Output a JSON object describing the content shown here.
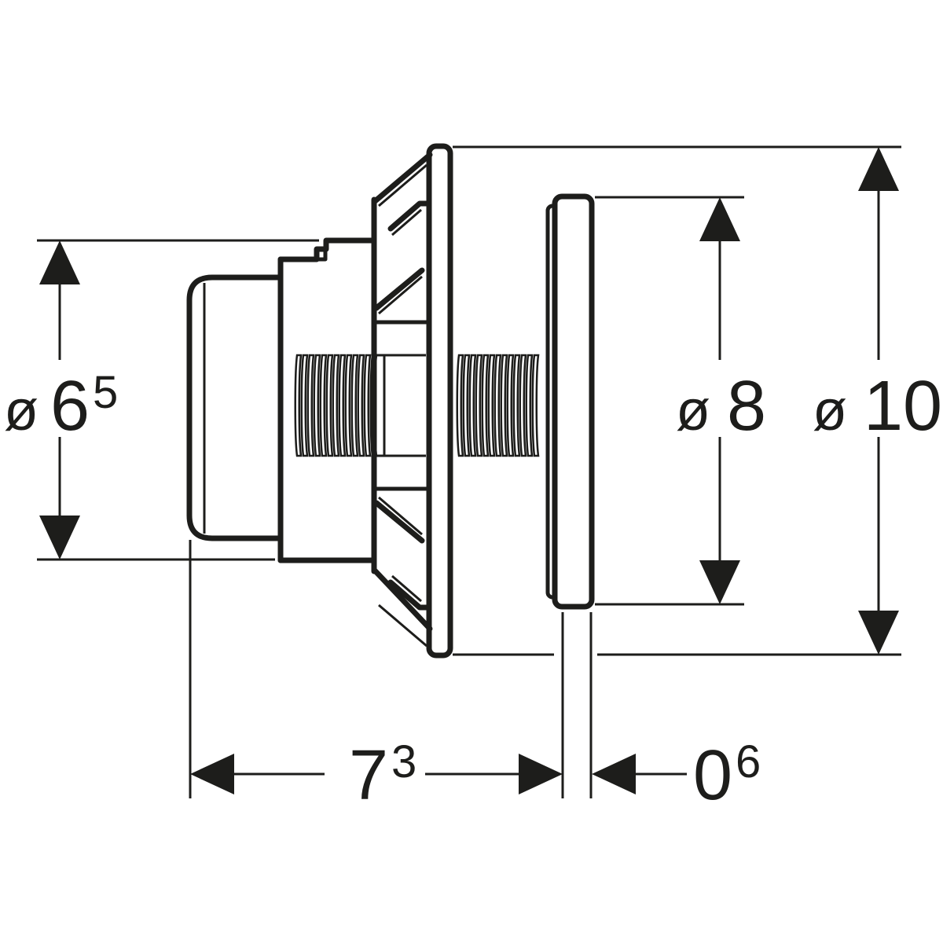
{
  "figure": {
    "kind": "technical dimension drawing",
    "view": "side profile of wall-mounted push actuator"
  },
  "colors": {
    "ink": "#1d1d1b",
    "paper": "#ffffff"
  },
  "dimensions": {
    "button_diameter": {
      "symbol": "ø",
      "value": "6",
      "sup": "5"
    },
    "rosette_diameter": {
      "symbol": "ø",
      "value": "8",
      "sup": ""
    },
    "plate_diameter": {
      "symbol": "ø",
      "value": "10",
      "sup": ""
    },
    "installation_depth": {
      "value": "7",
      "sup": "3"
    },
    "wall_offset": {
      "value": "0",
      "sup": "6"
    }
  }
}
